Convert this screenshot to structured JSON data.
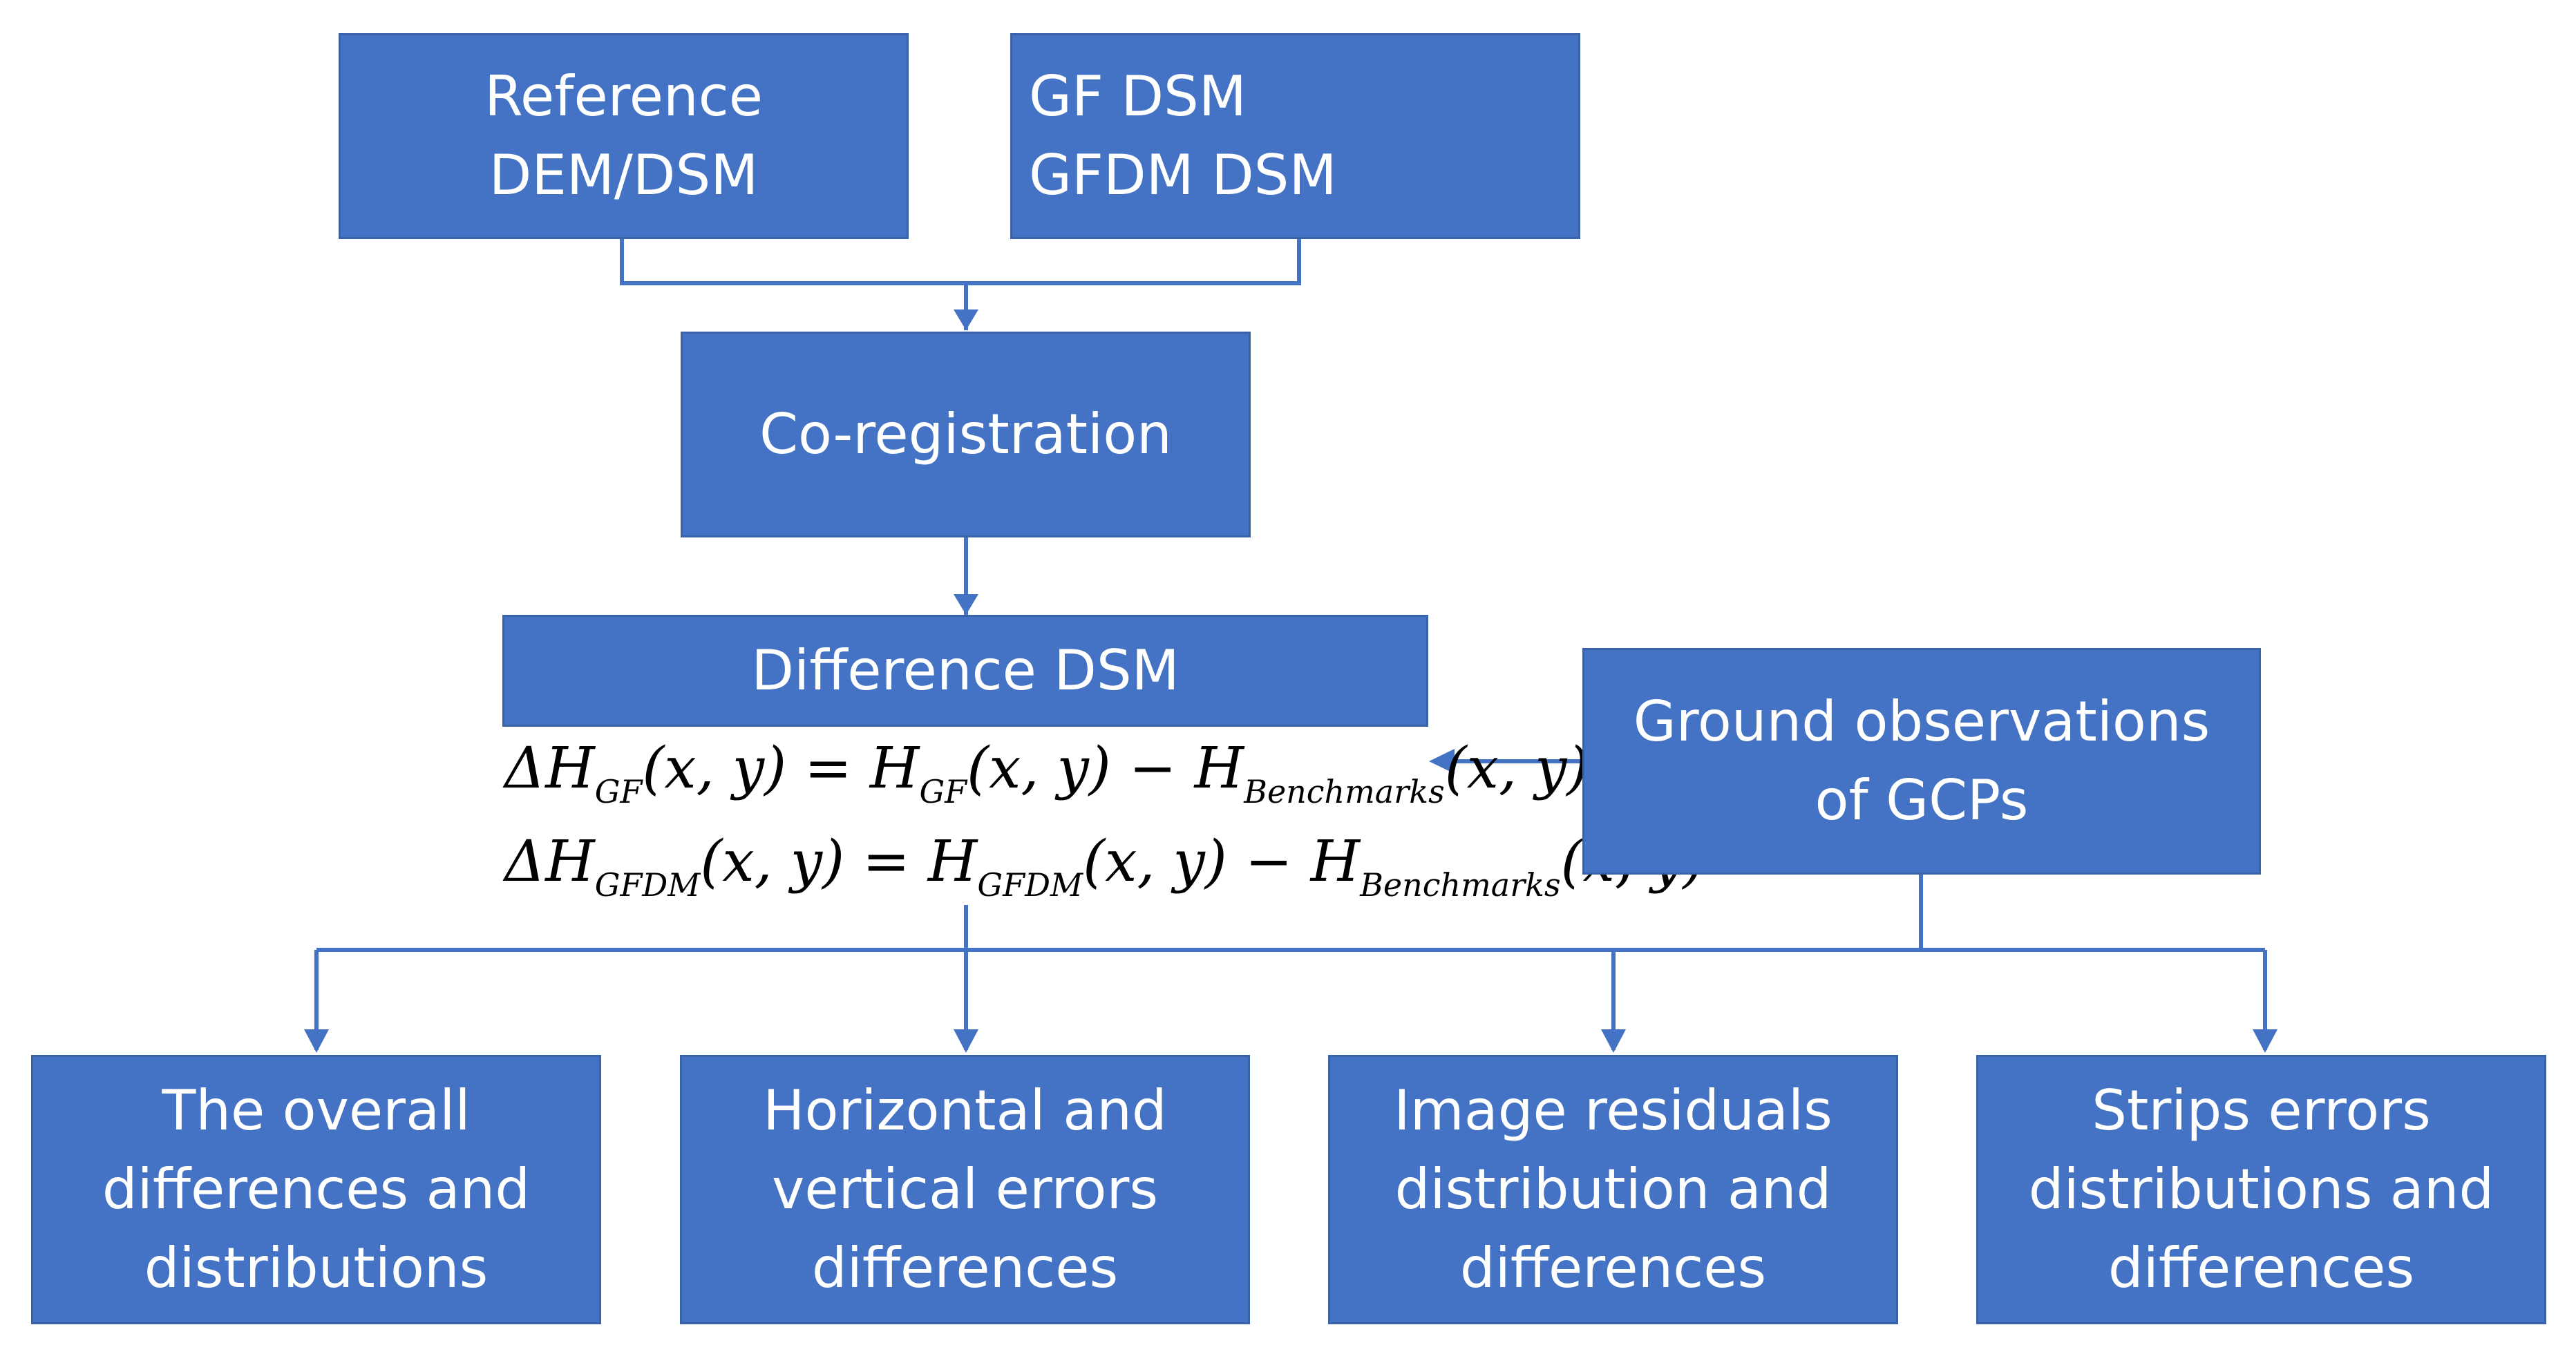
{
  "diagram": {
    "reference": {
      "line1": "Reference",
      "line2": "DEM/DSM"
    },
    "input_dsm": {
      "line1": "GF DSM",
      "line2": "GFDM DSM"
    },
    "coregistration": {
      "label": "Co-registration"
    },
    "difference": {
      "label": "Difference DSM",
      "eq1": {
        "lhs": "ΔH",
        "lhs_sub": "GF",
        "args": "(x, y) = H",
        "mid_sub": "GF",
        "args2": "(x, y) − H",
        "rhs_sub": "Benchmarks",
        "args3": "(x, y)"
      },
      "eq2": {
        "lhs": "ΔH",
        "lhs_sub": "GFDM",
        "args": "(x, y) = H",
        "mid_sub": "GFDM",
        "args2": "(x, y) − H",
        "rhs_sub": "Benchmarks",
        "args3": "(x, y)"
      }
    },
    "ground": {
      "line1": "Ground observations",
      "line2": "of GCPs"
    },
    "outputs": [
      {
        "line1": "The overall",
        "line2": "differences and",
        "line3": "distributions"
      },
      {
        "line1": "Horizontal and",
        "line2": "vertical errors",
        "line3": "differences"
      },
      {
        "line1": "Image residuals",
        "line2": "distribution and",
        "line3": "differences"
      },
      {
        "line1": "Strips errors",
        "line2": "distributions and",
        "line3": "differences"
      }
    ],
    "colors": {
      "box_fill": "#4472C4",
      "box_border": "#3A62A8",
      "connector": "#4472C4",
      "text": "#ffffff"
    }
  }
}
